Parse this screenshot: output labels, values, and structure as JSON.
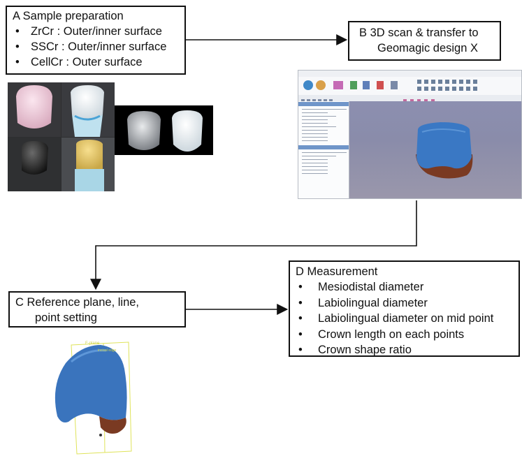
{
  "steps": {
    "a": {
      "title": "A  Sample preparation",
      "items": [
        "ZrCr : Outer/inner surface",
        "SSCr : Outer/inner surface",
        "CellCr : Outer surface"
      ]
    },
    "b": {
      "title_line1": "B  3D scan & transfer to",
      "title_line2": "Geomagic design X"
    },
    "c": {
      "title_line1": "C   Reference plane, line,",
      "title_line2": "point setting"
    },
    "d": {
      "title": "D   Measurement",
      "items": [
        "Mesiodistal diameter",
        "Labiolingual diameter",
        "Labiolingual diameter on mid point",
        "Crown length on each points",
        "Crown shape ratio"
      ]
    }
  },
  "model_labels": {
    "plane": "F-plane",
    "edge": "incisal edge"
  },
  "colors": {
    "scan_blue": "#3a78c4",
    "scan_brown": "#7a3a22",
    "viewport": "#8b8dab",
    "line": "#111111"
  }
}
